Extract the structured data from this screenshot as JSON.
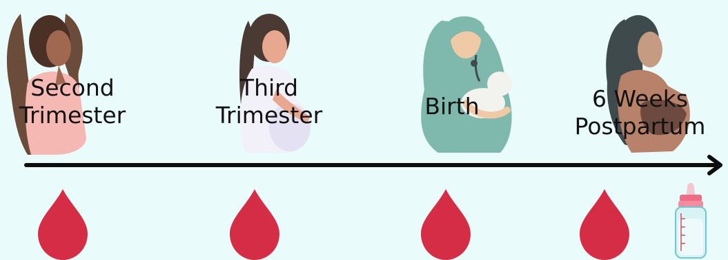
{
  "colors": {
    "background": "#e9fbfb",
    "timeline": "#0d0d0d",
    "drop": "#d42d45",
    "text": "#111111"
  },
  "stages": [
    {
      "line1": "Second",
      "line2": "Trimester",
      "icon": "second-trimester-illustration"
    },
    {
      "line1": "Third",
      "line2": "Trimester",
      "icon": "third-trimester-illustration"
    },
    {
      "line1": "Birth",
      "line2": "",
      "icon": "birth-nurse-illustration"
    },
    {
      "line1": "6 Weeks",
      "line2": "Postpartum",
      "icon": "postpartum-mother-illustration"
    }
  ],
  "markers": [
    "blood-drop-icon",
    "blood-drop-icon",
    "blood-drop-icon",
    "blood-drop-icon",
    "baby-bottle-icon"
  ]
}
